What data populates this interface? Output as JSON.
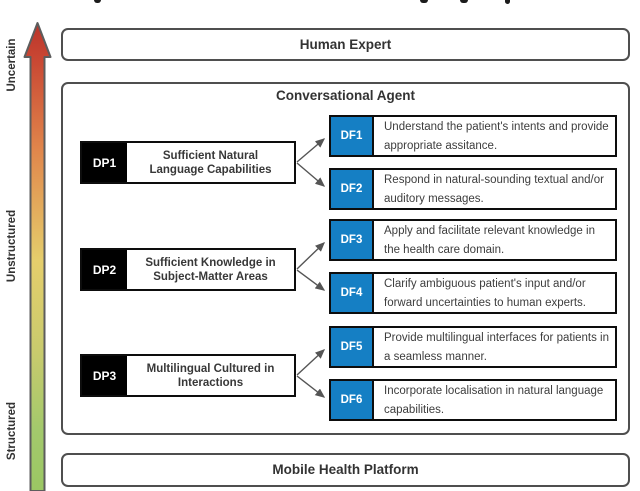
{
  "palette": {
    "accent_blue": "#157fc4",
    "border_gray": "#4f4f4f",
    "box_border_black": "#0d0d0d",
    "arrow_top_red": "#c03a2d",
    "arrow_mid_orange": "#e0854b",
    "arrow_mid_yellow": "#e5ce6c",
    "arrow_bottom_green": "#9bc763"
  },
  "gradient_axis": {
    "labels": [
      {
        "text": "Uncertain"
      },
      {
        "text": "Unstructured"
      },
      {
        "text": "Structured"
      }
    ]
  },
  "layers": {
    "human_expert": "Human Expert",
    "conversational_agent": "Conversational Agent",
    "mobile_health_platform": "Mobile Health Platform"
  },
  "design_principles": [
    {
      "id": "DP1",
      "lines": [
        "Sufficient Natural",
        "Language Capabilities"
      ]
    },
    {
      "id": "DP2",
      "lines": [
        "Sufficient Knowledge in",
        "Subject-Matter Areas"
      ]
    },
    {
      "id": "DP3",
      "lines": [
        "Multilingual Cultured in",
        "Interactions"
      ]
    }
  ],
  "design_features": [
    {
      "id": "DF1",
      "lines": [
        "Understand the patient's intents and provide",
        "appropriate assitance."
      ]
    },
    {
      "id": "DF2",
      "lines": [
        "Respond in natural-sounding textual and/or",
        "auditory messages."
      ]
    },
    {
      "id": "DF3",
      "lines": [
        "Apply and facilitate relevant knowledge in",
        "the health care domain."
      ]
    },
    {
      "id": "DF4",
      "lines": [
        "Clarify ambiguous patient's input and/or",
        "forward uncertainties to human experts."
      ]
    },
    {
      "id": "DF5",
      "lines": [
        "Provide multilingual interfaces for patients in",
        "a seamless manner."
      ]
    },
    {
      "id": "DF6",
      "lines": [
        "Incorporate localisation in natural language",
        "capabilities."
      ]
    }
  ]
}
